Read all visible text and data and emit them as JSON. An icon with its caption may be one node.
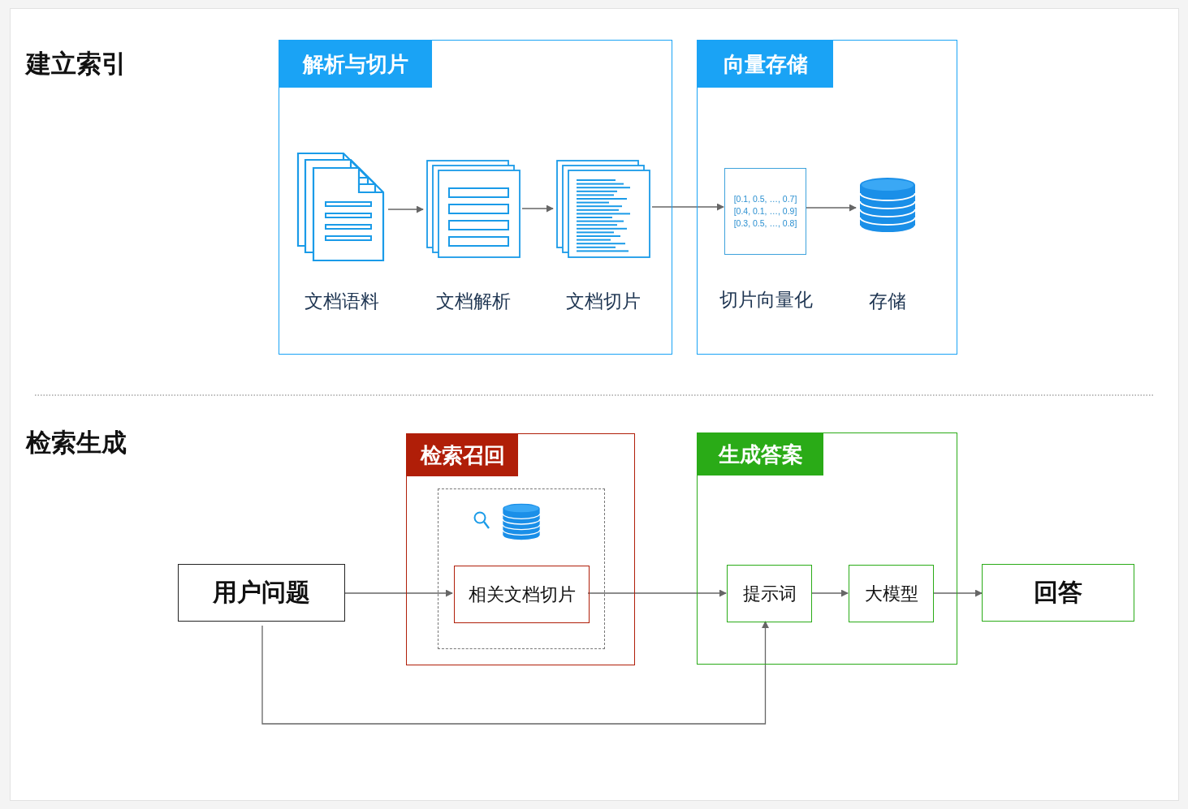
{
  "diagram": {
    "nodes": [
      {
        "text": [
          "解析与切片"
        ]
      },
      {
        "text": [
          "文档语料"
        ],
        "in": 0
      },
      {
        "text": [
          "文档解析"
        ],
        "in": 0
      },
      {
        "text": [
          "文档切片"
        ],
        "in": 0
      },
      {
        "text": [
          "向量存储"
        ]
      },
      {
        "text": [
          "[0.1, 0.5, …, 0.7]",
          "[0.4, 0.1, …, 0.9]",
          "[0.3, 0.5, …, 0.8]"
        ],
        "beside": [
          "切片向量化"
        ],
        "in": 4
      },
      {
        "text": [
          "存储"
        ],
        "in": 4
      },
      {
        "text": [
          "检索召回"
        ]
      },
      {
        "text": [],
        "shape": "box",
        "in": 7
      },
      {
        "text": [
          "相关文档切片"
        ],
        "in": 8
      },
      {
        "text": [
          "生成答案"
        ]
      },
      {
        "text": [
          "提示词"
        ],
        "in": 10
      },
      {
        "text": [
          "大模型"
        ],
        "in": 10
      },
      {
        "text": [
          "用户问题"
        ]
      },
      {
        "text": [
          "回答"
        ]
      }
    ],
    "edges": [
      {
        "from": 1,
        "to": 2,
        "arrow": "to"
      },
      {
        "from": 2,
        "to": 3,
        "arrow": "to"
      },
      {
        "from": 3,
        "to": 5,
        "arrow": "to"
      },
      {
        "from": 5,
        "to": 6,
        "arrow": "to"
      },
      {
        "from": 13,
        "to": 9,
        "arrow": "to"
      },
      {
        "from": 9,
        "to": 11,
        "arrow": "to"
      },
      {
        "from": 11,
        "to": 12,
        "arrow": "to"
      },
      {
        "from": 12,
        "to": 14,
        "arrow": "to"
      },
      {
        "from": 13,
        "to": 11,
        "arrow": "to"
      }
    ],
    "labels": [
      "建立索引",
      "检索生成"
    ]
  }
}
